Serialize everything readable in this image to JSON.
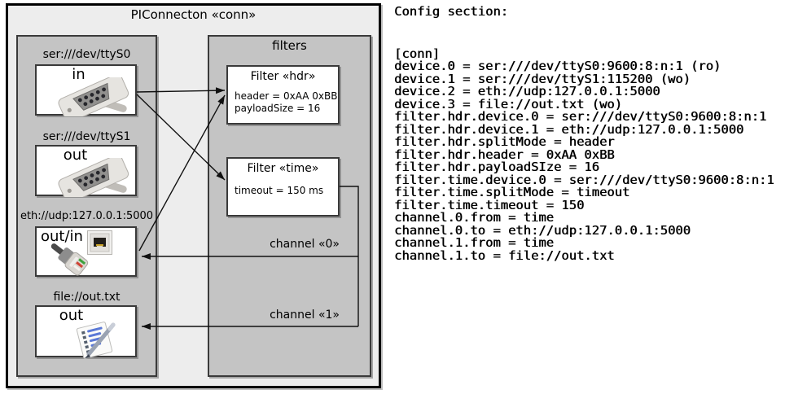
{
  "diagram": {
    "title": "PIConnecton «conn»",
    "devices_panel": {
      "items": [
        {
          "label": "ser:///dev/ttyS0",
          "direction": "in",
          "icon": "serial-connector-icon"
        },
        {
          "label": "ser:///dev/ttyS1",
          "direction": "out",
          "icon": "serial-connector-icon"
        },
        {
          "label": "eth://udp:127.0.0.1:5000",
          "direction": "out/in",
          "icon": "ethernet-port-and-cable-icon"
        },
        {
          "label": "file://out.txt",
          "direction": "out",
          "icon": "notepad-pencil-icon"
        }
      ]
    },
    "filters_panel": {
      "title": "filters",
      "filters": [
        {
          "title": "Filter «hdr»",
          "lines": [
            "header = 0xAA 0xBB",
            "payloadSize = 16"
          ]
        },
        {
          "title": "Filter «time»",
          "lines": [
            "timeout = 150 ms"
          ]
        }
      ]
    },
    "channels": [
      {
        "label": "channel «0»"
      },
      {
        "label": "channel «1»"
      }
    ]
  },
  "config": {
    "heading": "Config section:",
    "lines": [
      "[conn]",
      "device.0 = ser:///dev/ttyS0:9600:8:n:1 (ro)",
      "device.1 = ser:///dev/ttyS1:115200 (wo)",
      "device.2 = eth://udp:127.0.0.1:5000",
      "device.3 = file://out.txt (wo)",
      "filter.hdr.device.0 = ser:///dev/ttyS0:9600:8:n:1",
      "filter.hdr.device.1 = eth://udp:127.0.0.1:5000",
      "filter.hdr.splitMode = header",
      "filter.hdr.header = 0xAA 0xBB",
      "filter.hdr.payloadSIze = 16",
      "filter.time.device.0 = ser:///dev/ttyS0:9600:8:n:1",
      "filter.time.splitMode = timeout",
      "filter.time.timeout = 150",
      "channel.0.from = time",
      "channel.0.to = eth://udp:127.0.0.1:5000",
      "channel.1.from = time",
      "channel.1.to = file://out.txt"
    ]
  },
  "colors": {
    "outer_bg": "#ededed",
    "panel_bg": "#c4c4c4",
    "box_bg": "#ffffff",
    "border": "#3a3a3a",
    "outer_border": "#000000",
    "line": "#111111"
  }
}
